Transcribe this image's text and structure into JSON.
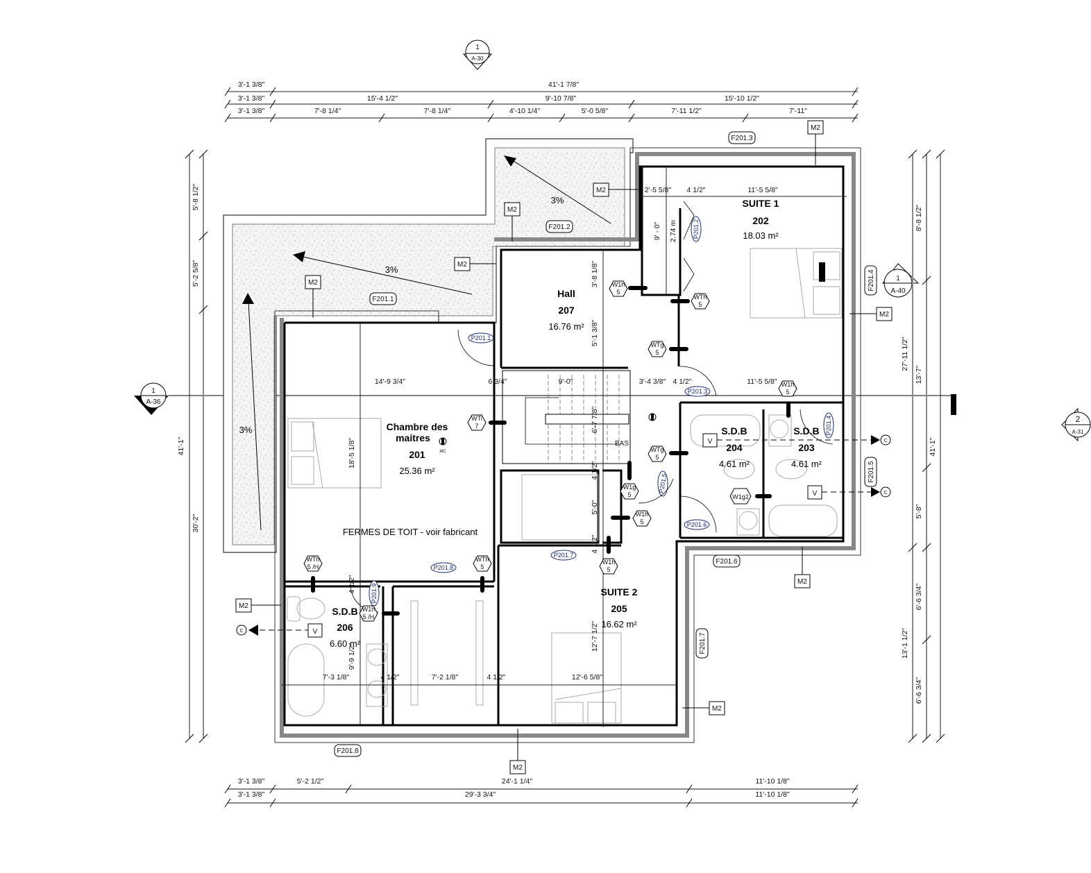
{
  "section_markers": {
    "top": {
      "number": "1",
      "sheet": "A-30"
    },
    "left": {
      "number": "1",
      "sheet": "A-36"
    },
    "right": {
      "number": "2",
      "sheet": "A-31"
    },
    "right_inner": {
      "number": "1",
      "sheet": "A-40"
    }
  },
  "dimensions_top": {
    "row1": [
      "3'-1 3/8\"",
      "41'-1 7/8\""
    ],
    "row2": [
      "3'-1 3/8\"",
      "15'-4 1/2\"",
      "9'-10 7/8\"",
      "15'-10 1/2\""
    ],
    "row3": [
      "3'-1 3/8\"",
      "7'-8 1/4\"",
      "7'-8 1/4\"",
      "4'-10 1/4\"",
      "5'-0 5/8\"",
      "7'-11 1/2\"",
      "7'-11\""
    ]
  },
  "dimensions_bottom": {
    "row1": [
      "3'-1 3/8\"",
      "5'-2 1/2\"",
      "24'-1 1/4\"",
      "11'-10 1/8\""
    ],
    "row2": [
      "3'-1 3/8\"",
      "29'-3 3/4\"",
      "11'-10 1/8\""
    ]
  },
  "dimensions_left": {
    "outer": "41'-1\"",
    "inner": [
      "5'-8 1/2\"",
      "5'-2 5/8\"",
      "30'-2\""
    ]
  },
  "dimensions_right": {
    "col1": [
      "27'-11 1/2\"",
      "13'-1 1/2\""
    ],
    "col2": [
      "8'-8 1/2\"",
      "13'-7\"",
      "5'-8\"",
      "6'-6 3/4\"",
      "6'-6 3/4\""
    ],
    "col3": "41'-1\""
  },
  "dimensions_interior": {
    "suite1_closet_w": "2'-5 5/8\"",
    "suite1_wall": "4 1/2\"",
    "suite1_w": "11'-5 5/8\"",
    "suite1_closet_h": "9' - 0\"",
    "suite1_closet_h_m": "2.74 m",
    "hall_h1": "3'-8 1/8\"",
    "hall_h2": "5'-1 3/8\"",
    "stair_h": "6'-7 7/8\"",
    "master_w": "14'-9 3/4\"",
    "master_wall": "6 3/4\"",
    "stair_w": "9'-0\"",
    "hall_w": "3'-4 3/8\"",
    "hall_wall": "4 1/2\"",
    "suite1_w2": "11'-5 5/8\"",
    "master_h": "18'-5 1/8\"",
    "closet_wall1": "4 1/2\"",
    "closet_h": "5'-0\"",
    "closet_wall2": "4 1/2\"",
    "suite2_h": "12'-7 1/2\"",
    "sdb206_wall": "4 1/2\"",
    "sdb206_h": "9'-9 1/2\"",
    "sdb206_w": "7'-3 1/8\"",
    "wall_a": "4 1/2\"",
    "walkin_w": "7'-2 1/8\"",
    "wall_b": "4 1/2\"",
    "suite2_w": "12'-6 5/8\""
  },
  "rooms": [
    {
      "name": "SUITE 1",
      "number": "202",
      "area": "18.03 m²"
    },
    {
      "name": "Hall",
      "number": "207",
      "area": "16.76 m²"
    },
    {
      "name_line1": "Chambre des",
      "name_line2": "maitres",
      "number": "201",
      "area": "25.36 m²"
    },
    {
      "name": "S.D.B",
      "number": "204",
      "area": "4.61 m²"
    },
    {
      "name": "S.D.B",
      "number": "203",
      "area": "4.61 m²"
    },
    {
      "name": "SUITE 2",
      "number": "205",
      "area": "16.62 m²"
    },
    {
      "name": "S.D.B",
      "number": "206",
      "area": "6.60 m²"
    }
  ],
  "notes": {
    "trusses": "FERMES DE TOIT - voir fabricant",
    "stair_down": "BAS",
    "smoke_detector": "MC"
  },
  "roof_slopes": [
    "3%",
    "3%",
    "3%"
  ],
  "wall_tags": [
    "M2",
    "M2",
    "M2",
    "M2",
    "M2",
    "M2",
    "M2",
    "M2",
    "M2",
    "M2"
  ],
  "window_tags": [
    "F201.1",
    "F201.2",
    "F201.3",
    "F201.4",
    "F201.5",
    "F201.6",
    "F201.7",
    "F201.8"
  ],
  "door_tags": [
    "P201.1",
    "P201.2",
    "P201.3",
    "P201.4",
    "P201.5",
    "P201.6",
    "P201.7",
    "P201.8",
    "P201.9"
  ],
  "wall_type_tags": [
    {
      "type": "W1h",
      "n": "5"
    },
    {
      "type": "WTh",
      "n": "5"
    },
    {
      "type": "WTg",
      "n": "5"
    },
    {
      "type": "W1h",
      "n": "5"
    },
    {
      "type": "WTi",
      "n": "7"
    },
    {
      "type": "WTg",
      "n": "5"
    },
    {
      "type": "W1g",
      "n": "5"
    },
    {
      "type": "W1h",
      "n": "5"
    },
    {
      "type": "W1g2",
      "n": ""
    },
    {
      "type": "W1h",
      "n": "5"
    },
    {
      "type": "WTh",
      "n": "5 /H"
    },
    {
      "type": "WTh",
      "n": "5"
    },
    {
      "type": "W1h",
      "n": "5 /H"
    }
  ],
  "vent_labels": [
    "V",
    "V",
    "V"
  ],
  "vent_outlet": "C"
}
